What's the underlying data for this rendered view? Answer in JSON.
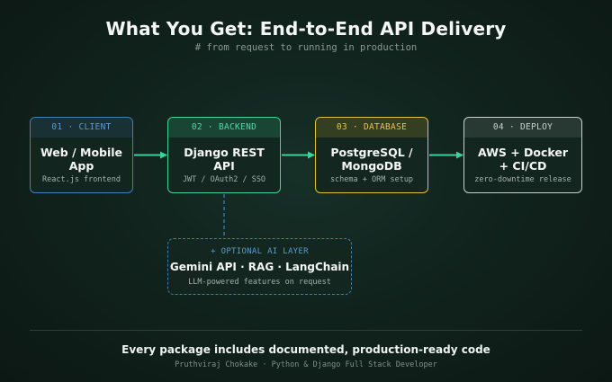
{
  "header": {
    "title": "What You Get: End-to-End API Delivery",
    "subtitle": "# from request to running in production"
  },
  "pipeline": [
    {
      "step": "01 · CLIENT",
      "title": "Web / Mobile\nApp",
      "desc": "React.js frontend",
      "color": "#3d7fb7"
    },
    {
      "step": "02 · BACKEND",
      "title": "Django REST\nAPI",
      "desc": "JWT / OAuth2 / SSO",
      "color": "#3ed29a"
    },
    {
      "step": "03 · DATABASE",
      "title": "PostgreSQL /\nMongoDB",
      "desc": "schema + ORM setup",
      "color": "#e3bf3a"
    },
    {
      "step": "04 · DEPLOY",
      "title": "AWS + Docker\n+ CI/CD",
      "desc": "zero-downtime release",
      "color": "#c8d0cc"
    }
  ],
  "ai_layer": {
    "head": "+ OPTIONAL AI LAYER",
    "title": "Gemini API · RAG · LangChain",
    "desc": "LLM-powered features on request"
  },
  "footer": {
    "main": "Every package includes documented, production-ready code",
    "sub": "Pruthviraj Chokake · Python & Django Full Stack Developer"
  },
  "colors": {
    "background": "#11231d",
    "arrow": "#3ed29a",
    "connector": "#3f7fb0"
  }
}
